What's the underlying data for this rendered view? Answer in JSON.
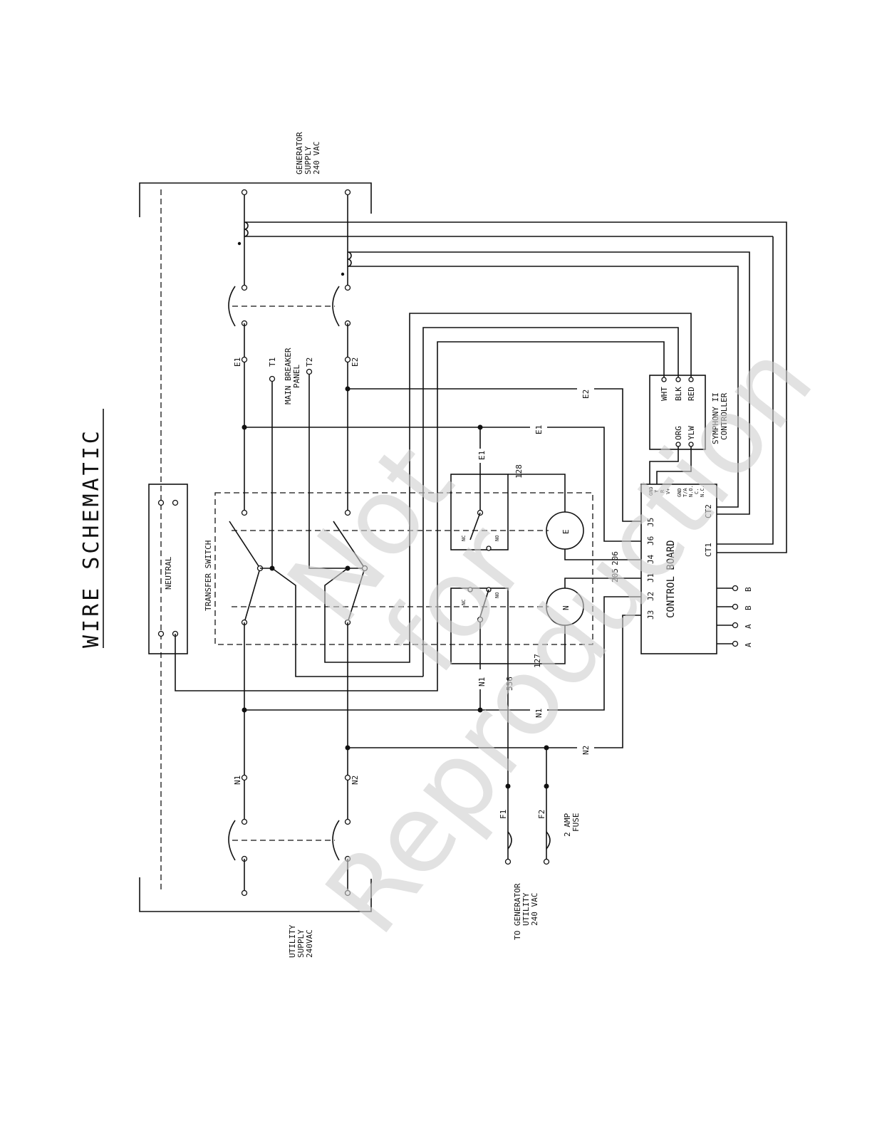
{
  "title": "WIRE SCHEMATIC",
  "watermark": {
    "line1": "Not",
    "line2": "for",
    "line3": "Reproduction"
  },
  "sources": {
    "generator": [
      "GENERATOR",
      "SUPPLY",
      "240 VAC"
    ],
    "utility": [
      "UTILITY",
      "SUPPLY",
      "240VAC"
    ]
  },
  "labels": {
    "neutral": "NEUTRAL",
    "transfer_switch": "TRANSFER SWITCH",
    "main_breaker_panel": [
      "MAIN BREAKER",
      "PANEL"
    ],
    "e1": "E1",
    "e2": "E2",
    "t1": "T1",
    "t2": "T2",
    "n1": "N1",
    "n2": "N2",
    "motor_e": "E",
    "motor_n": "N",
    "nc": "NC",
    "no": "NO",
    "w128": "128",
    "w127": "127",
    "w205": "205",
    "w206": "206",
    "w556": "556",
    "f1": "F1",
    "f2": "F2",
    "fuse": [
      "2 AMP",
      "FUSE"
    ],
    "to_gen_utility": [
      "TO GENERATOR",
      "UTILITY",
      "240 VAC"
    ]
  },
  "controller": {
    "name": [
      "SYMPHONY II",
      "CONTROLLER"
    ],
    "terminals": [
      "WHT",
      "BLK",
      "RED",
      "ORG",
      "YLW"
    ]
  },
  "control_board": {
    "name": "CONTROL BOARD",
    "jacks": [
      "J5",
      "J6",
      "J4",
      "J1",
      "J2",
      "J3"
    ],
    "ct": [
      "CT2",
      "CT1"
    ],
    "small_terminals": [
      "GND",
      "T",
      "R",
      "V+",
      "GND",
      "T/A",
      "N.O.",
      "C.",
      "N.C."
    ],
    "abab": [
      "B",
      "B",
      "A",
      "A"
    ]
  }
}
